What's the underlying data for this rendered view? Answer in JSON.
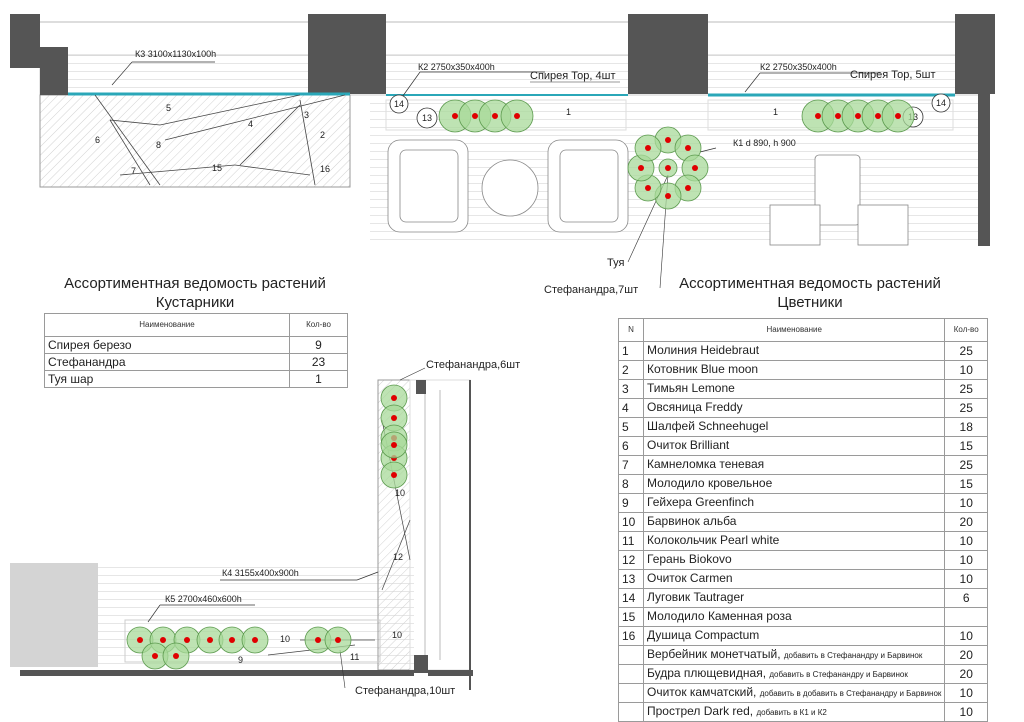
{
  "labels": {
    "k3": "К3 3100х1130х100h",
    "k2_left": "К2 2750х350х400h",
    "k2_right": "К2 2750х350х400h",
    "spirea_left": "Спирея Тор, 4шт",
    "spirea_right": "Спирея Тор, 5шт",
    "k1": "К1 d 890, h 900",
    "tuya": "Туя",
    "stef7": "Стефанандра,7шт",
    "stef6": "Стефанандра,6шт",
    "stef10": "Стефанандра,10шт",
    "k4": "К4 3155х400х900h",
    "k5": "К5 2700х460х600h"
  },
  "bed_numbers": {
    "k3": [
      "5",
      "4",
      "3",
      "2",
      "6",
      "8",
      "7",
      "15",
      "16"
    ],
    "k2_left": [
      "14",
      "13",
      "1"
    ],
    "k2_right": [
      "1",
      "14",
      "13"
    ],
    "k4": [
      "10",
      "12",
      "10"
    ],
    "k5": [
      "10",
      "9",
      "11"
    ]
  },
  "shrubs": {
    "title_line1": "Ассортиментная ведомость растений",
    "title_line2": "Кустарники",
    "headers": [
      "Наименование",
      "Кол-во"
    ],
    "rows": [
      {
        "name": "Спирея березо",
        "qty": "9"
      },
      {
        "name": "Стефанандра",
        "qty": "23"
      },
      {
        "name": "Туя шар",
        "qty": "1"
      }
    ]
  },
  "flowers": {
    "title_line1": "Ассортиментная  ведомость растений",
    "title_line2": "Цветники",
    "headers": [
      "N",
      "Наименование",
      "Кол-во"
    ],
    "rows": [
      {
        "n": "1",
        "name": "Молиния Heidebraut",
        "note": "",
        "qty": "25"
      },
      {
        "n": "2",
        "name": "Котовник Blue moon",
        "note": "",
        "qty": "10"
      },
      {
        "n": "3",
        "name": "Тимьян Lemone",
        "note": "",
        "qty": "25"
      },
      {
        "n": "4",
        "name": "Овсяница Freddy",
        "note": "",
        "qty": "25"
      },
      {
        "n": "5",
        "name": "Шалфей Schneehugel",
        "note": "",
        "qty": "18"
      },
      {
        "n": "6",
        "name": "Очиток Brilliant",
        "note": "",
        "qty": "15"
      },
      {
        "n": "7",
        "name": "Камнеломка теневая",
        "note": "",
        "qty": "25"
      },
      {
        "n": "8",
        "name": "Молодило кровельное",
        "note": "",
        "qty": "15"
      },
      {
        "n": "9",
        "name": "Гейхера Greenfinch",
        "note": "",
        "qty": "10"
      },
      {
        "n": "10",
        "name": "Барвинок альба",
        "note": "",
        "qty": "20"
      },
      {
        "n": "11",
        "name": "Колокольчик Pearl white",
        "note": "",
        "qty": "10"
      },
      {
        "n": "12",
        "name": "Герань Biokovo",
        "note": "",
        "qty": "10"
      },
      {
        "n": "13",
        "name": "Очиток Carmen",
        "note": "",
        "qty": "10"
      },
      {
        "n": "14",
        "name": "Луговик Tautrager",
        "note": "",
        "qty": "6"
      },
      {
        "n": "15",
        "name": "Молодило Каменная роза",
        "note": "",
        "qty": ""
      },
      {
        "n": "16",
        "name": "Душица Compactum",
        "note": "",
        "qty": "10"
      },
      {
        "n": "",
        "name": "Вербейник монетчатый,",
        "note": "добавить в Стефанандру и Барвинок",
        "qty": "20"
      },
      {
        "n": "",
        "name": "Будра плющевидная,",
        "note": "добавить в Стефанандру и Барвинок",
        "qty": "20"
      },
      {
        "n": "",
        "name": "Очиток камчатский,",
        "note": "добавить в добавить в Стефанандру и Барвинок",
        "qty": "10"
      },
      {
        "n": "",
        "name": "Прострел Dark red,",
        "note": "добавить в К1 и К2",
        "qty": "10"
      }
    ]
  },
  "colors": {
    "wall": "#555555",
    "planter_edge": "#2aa7b8",
    "shrub_fill": "#a8d99a",
    "shrub_edge": "#5c9a4e",
    "shrub_dot": "#e00000"
  }
}
